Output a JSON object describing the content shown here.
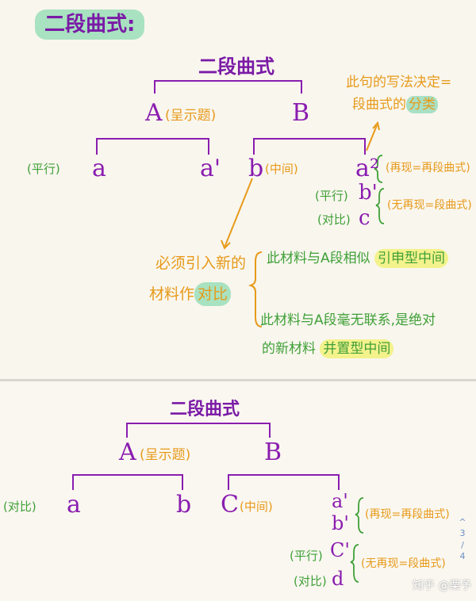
{
  "top": {
    "heading": "二段曲式:",
    "root": "二段曲式",
    "A": "A",
    "A_note": "(呈示题)",
    "B": "B",
    "a": "a",
    "a_prime": "a'",
    "b": "b",
    "b_note": "(中间)",
    "a2": "a²",
    "parallel_left": "(平行)",
    "note_top_line1": "此句的写法决定=",
    "note_top_line2_pre": "段曲式的",
    "note_top_line2_hl": "分类",
    "a2_note": "(再现=再段曲式)",
    "b_prime": "b'",
    "c": "c",
    "parallel_b": "(平行)",
    "contrast_c": "(对比)",
    "bc_note": "(无再现=段曲式)",
    "must_line1": "必须引入新的",
    "must_line2_pre": "材料作",
    "must_line2_hl": "对比",
    "opt1_pre": "此材料与A段相似",
    "opt1_hl": "引申型中间",
    "opt2_line1": "此材料与A段毫无联系,是绝对",
    "opt2_line2_pre": "的新材料",
    "opt2_line2_hl": "并置型中间"
  },
  "bottom": {
    "root": "二段曲式",
    "A": "A",
    "A_note": "(呈示题)",
    "B": "B",
    "a": "a",
    "b": "b",
    "c": "C",
    "c_note": "(中间)",
    "a_prime": "a'",
    "b_prime": "b'",
    "c_prime": "C'",
    "d": "d",
    "contrast_left": "(对比)",
    "ab_note": "(再现=再段曲式)",
    "parallel": "(平行)",
    "contrast": "(对比)",
    "cd_note": "(无再现=段曲式)"
  },
  "pager": {
    "current": "3",
    "sep": "/",
    "total": "4"
  },
  "watermark": "知乎 @栗予",
  "colors": {
    "purple": "#8a1db0",
    "orange": "#e79a1a",
    "green": "#3fa037",
    "highlight_green": "#a8e2c0",
    "highlight_yellow": "#f4f28c"
  }
}
